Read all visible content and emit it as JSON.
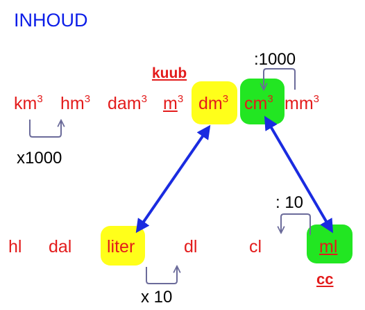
{
  "title": "INHOUD",
  "cubic_label": "kuub",
  "cc_label": "cc",
  "units_row1": [
    {
      "base": "km",
      "exp": "3"
    },
    {
      "base": "hm",
      "exp": "3"
    },
    {
      "base": "dam",
      "exp": "3"
    },
    {
      "base": "m",
      "exp": "3"
    },
    {
      "base": "dm",
      "exp": "3"
    },
    {
      "base": "cm",
      "exp": "3"
    },
    {
      "base": "mm",
      "exp": "3"
    }
  ],
  "units_row2": [
    "hl",
    "dal",
    "liter",
    "dl",
    "cl",
    "ml"
  ],
  "factors": {
    "cubic_multiply": "x1000",
    "cubic_divide": ":1000",
    "liquid_multiply": "x 10",
    "liquid_divide": ": 10"
  },
  "colors": {
    "title": "#0b1de8",
    "units": "#e31b1b",
    "highlight_yellow": "#ffff1a",
    "highlight_green": "#22e622",
    "equivalence_arrow": "#1a2be0"
  },
  "equivalences": [
    {
      "from": "dm3",
      "to": "liter"
    },
    {
      "from": "cm3",
      "to": "ml"
    }
  ]
}
